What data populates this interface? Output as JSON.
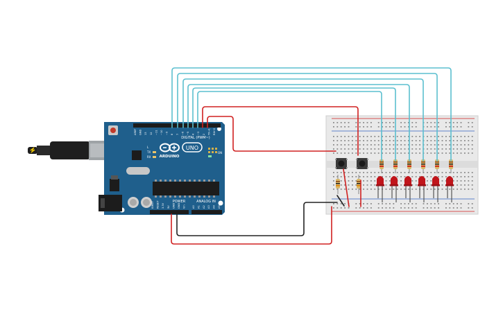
{
  "board": {
    "logo_text": "ARDUINO",
    "model_text": "UNO",
    "digital_label": "DIGITAL (PWM~)",
    "analog_label": "ANALOG IN",
    "power_label": "POWER",
    "on_label": "ON",
    "tx_label": "TX",
    "rx_label": "RX",
    "l_label": "L",
    "digital_pins": [
      "AREF",
      "GND",
      "13",
      "12",
      "~11",
      "~10",
      "~9",
      "8",
      "7",
      "~6",
      "~5",
      "4",
      "~3",
      "2",
      "TX→1",
      "RX←0"
    ],
    "power_pins": [
      "IOREF",
      "RESET",
      "3.3V",
      "5V",
      "GND",
      "GND",
      "Vin"
    ],
    "analog_pins": [
      "A0",
      "A1",
      "A2",
      "A3",
      "A4",
      "A5"
    ]
  },
  "components": {
    "led_count": 6,
    "led_color": "#c0151b",
    "resistor_count": 8,
    "button_count": 2
  },
  "colors": {
    "board": "#1f5f8c",
    "breadboard": "#e9e9e9",
    "wire_signal": "#5bbfcf",
    "wire_power": "#d02020",
    "wire_ground": "#222222",
    "usb_cable": "#1e1e1e"
  }
}
